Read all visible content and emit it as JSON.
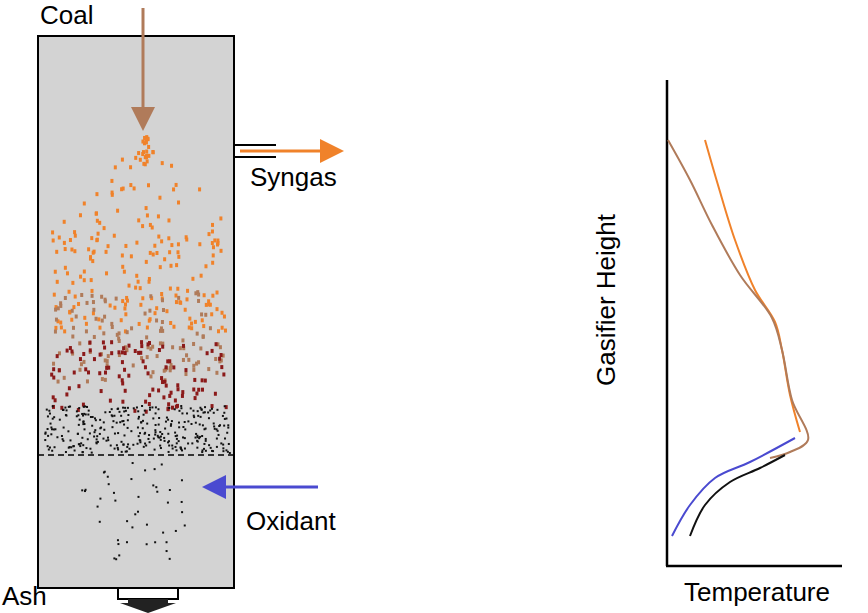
{
  "diagram": {
    "labels": [
      "Coal",
      "Syngas",
      "Oxidant",
      "Ash",
      "Gasifier Height",
      "Temperature"
    ]
  }
}
